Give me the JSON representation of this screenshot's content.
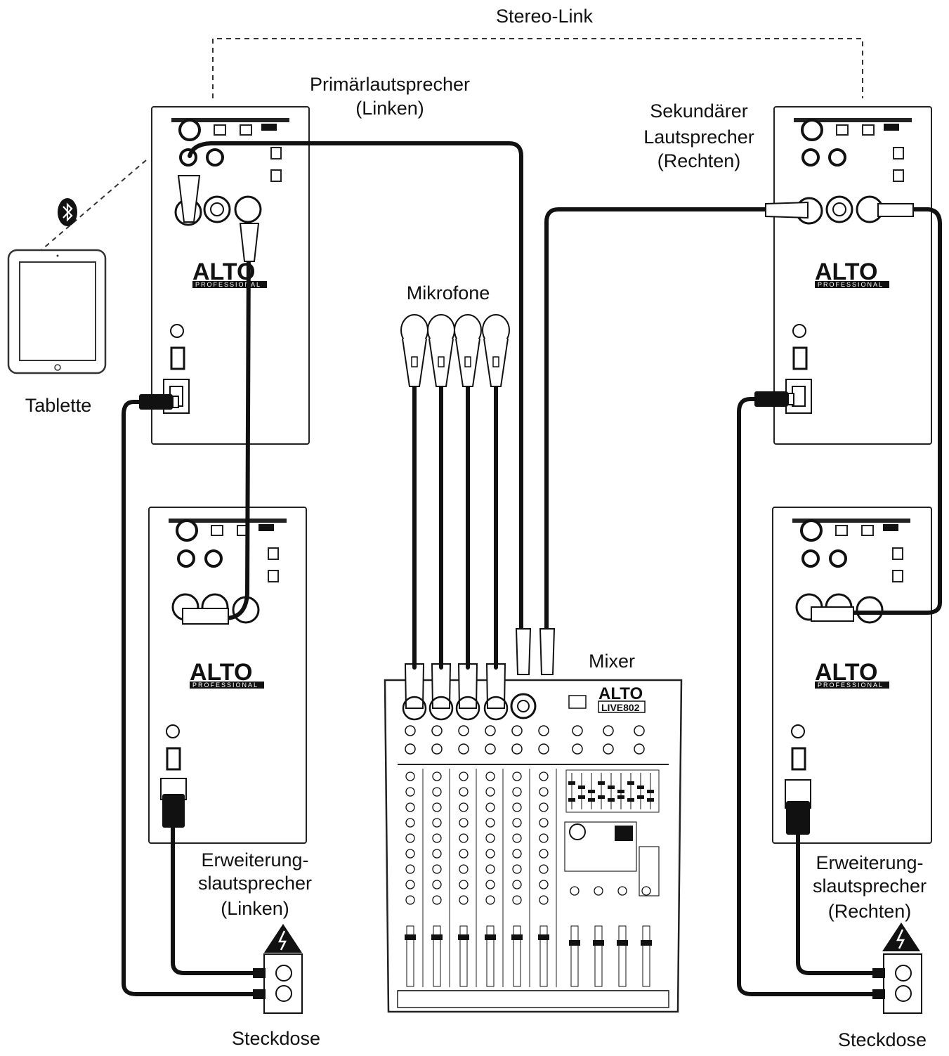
{
  "labels": {
    "stereo_link": "Stereo-Link",
    "primary_line1": "Primärlautsprecher",
    "primary_line2": "(Linken)",
    "secondary_line1": "Sekundärer",
    "secondary_line2": "Lautsprecher",
    "secondary_line3": "(Rechten)",
    "microphones": "Mikrofone",
    "tablet": "Tablette",
    "mixer": "Mixer",
    "ext_left_line1": "Erweiterung-",
    "ext_left_line2": "slautsprecher",
    "ext_left_line3": "(Linken)",
    "ext_right_line1": "Erweiterung-",
    "ext_right_line2": "slautsprecher",
    "ext_right_line3": "(Rechten)",
    "outlet_left": "Steckdose",
    "outlet_right": "Steckdose"
  },
  "branding": {
    "speaker_logo": "ALTO",
    "speaker_logo_sub": "PROFESSIONAL",
    "mixer_logo": "ALTO",
    "mixer_model": "LIVE802"
  },
  "icons": [
    "bluetooth-icon",
    "tablet-icon",
    "microphone-icon",
    "power-outlet-icon",
    "warning-icon",
    "xlr-connector-icon"
  ]
}
